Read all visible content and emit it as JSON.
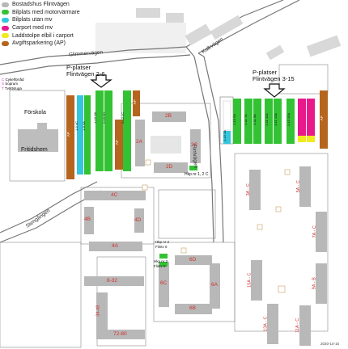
{
  "legend": {
    "items": [
      {
        "label": "Bostadshus Flintvägen",
        "color": "#b8b8b8"
      },
      {
        "label": "Bilplats med motorvärmare",
        "color": "#33c233"
      },
      {
        "label": "Bilplats utan mv",
        "color": "#33c6dd"
      },
      {
        "label": "Carport med mv",
        "color": "#e8198c"
      },
      {
        "label": "Laddstolpe elbil i carport",
        "color": "#f1ea1c"
      },
      {
        "label": "Avgiftsparkering (AP)",
        "color": "#b5651d"
      }
    ],
    "minor": [
      {
        "letter": "C",
        "label": "Cykelförråd"
      },
      {
        "letter": "S",
        "label": "Soprum"
      },
      {
        "letter": "T",
        "label": "Tvättstuga"
      }
    ]
  },
  "roads": {
    "glimmer": "Glimmervägen",
    "kalk": "Kalkvägen",
    "flint": "Flintvägen",
    "sten": "Stengången"
  },
  "places": {
    "forskola": "Förskola",
    "fritid": "Fritidshem"
  },
  "parking": {
    "left_title_1": "P-platser",
    "left_title_2": "Flintvägen 2-6",
    "right_title_1": "P-platser",
    "right_title_2": "Flintvägen 3-15",
    "ap": "AP",
    "left_rows": [
      "1-9 4C",
      "1-9 4A",
      "1-13 2B",
      "1-13 2D",
      "1-13 2C"
    ],
    "right_rows": [
      "1-15 3A",
      "1-10 5A",
      "1-11 7A",
      "1-11 9A",
      "1-11 11A",
      "1-11 13A",
      "1-13 15A"
    ],
    "hkp_1": "Hkp nr 1, 2 C",
    "hkp_2a": "Hkp nr 2",
    "hkp_2b": "Flintv 6",
    "hkp_3a": "Hkp nr 3",
    "hkp_3b": "Flintv 8"
  },
  "buildings": {
    "b2A": "2A",
    "b2B": "2B",
    "b2C": "2C",
    "b2D": "2D",
    "b4A": "4A",
    "b4B": "4B",
    "b4C": "4C",
    "b4D": "4D",
    "b6A": "6A",
    "b6B": "6B",
    "b6C": "6C",
    "b6D": "6D",
    "b832": "8-32",
    "b3448": "34-48",
    "b7280": "72-80",
    "b3A": "3A - C",
    "b5A": "5A - C",
    "b7A": "7A - C",
    "b9A": "9A - B",
    "b11A": "11A - C",
    "b13A": "13A - C",
    "b15A": "15A - C"
  },
  "date": "2020-10-15"
}
